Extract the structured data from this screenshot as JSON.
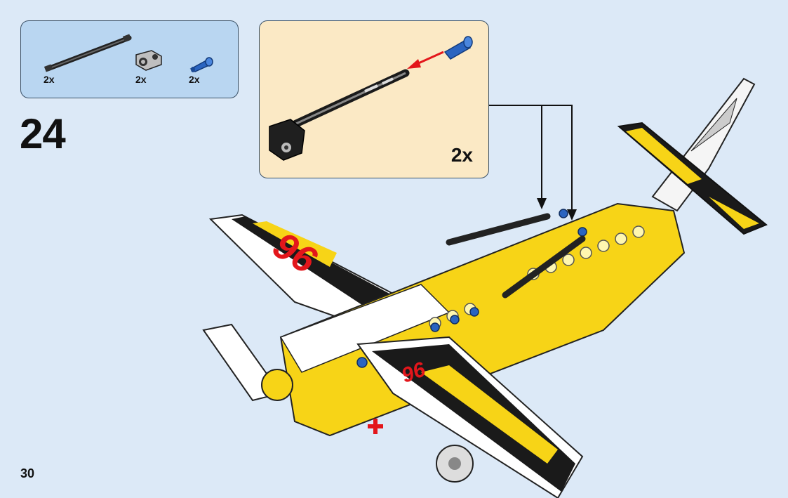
{
  "parts_callout": {
    "items": [
      {
        "icon": "long-axle-icon",
        "qty": "2x"
      },
      {
        "icon": "pin-connector-icon",
        "qty": "2x"
      },
      {
        "icon": "blue-pin-icon",
        "qty": "2x"
      }
    ]
  },
  "step": {
    "number": "24"
  },
  "subassembly": {
    "qty": "2x"
  },
  "page": {
    "number": "30"
  },
  "model": {
    "decal_text": "96"
  },
  "colors": {
    "background": "#dce9f7",
    "parts_box": "#b9d6f1",
    "subassembly_box": "#fbe9c5",
    "brick_yellow": "#f7d417",
    "arrow_red": "#e3161b",
    "pin_blue": "#2a64c0"
  }
}
